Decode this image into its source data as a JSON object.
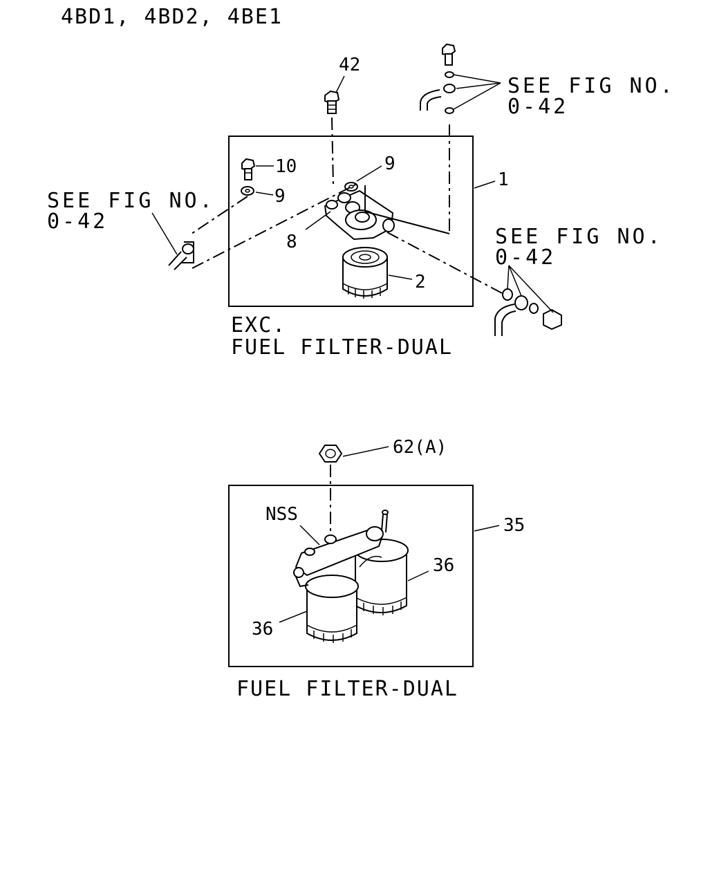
{
  "header": {
    "models": "4BD1, 4BD2, 4BE1"
  },
  "top_view": {
    "callouts": {
      "c42": "42",
      "c10": "10",
      "c9a": "9",
      "c9b": "9",
      "c8": "8",
      "c1": "1",
      "c2": "2"
    },
    "ref_top_right": {
      "line1": "SEE FIG NO.",
      "line2": "0-42"
    },
    "ref_left": {
      "line1": "SEE FIG NO.",
      "line2": "0-42"
    },
    "ref_right": {
      "line1": "SEE FIG NO.",
      "line2": "0-42"
    },
    "caption": {
      "line1": "EXC.",
      "line2": "FUEL FILTER-DUAL"
    }
  },
  "bottom_view": {
    "callouts": {
      "c62": "62(A)",
      "nss": "NSS",
      "c35": "35",
      "c36a": "36",
      "c36b": "36"
    },
    "caption": "FUEL FILTER-DUAL"
  }
}
